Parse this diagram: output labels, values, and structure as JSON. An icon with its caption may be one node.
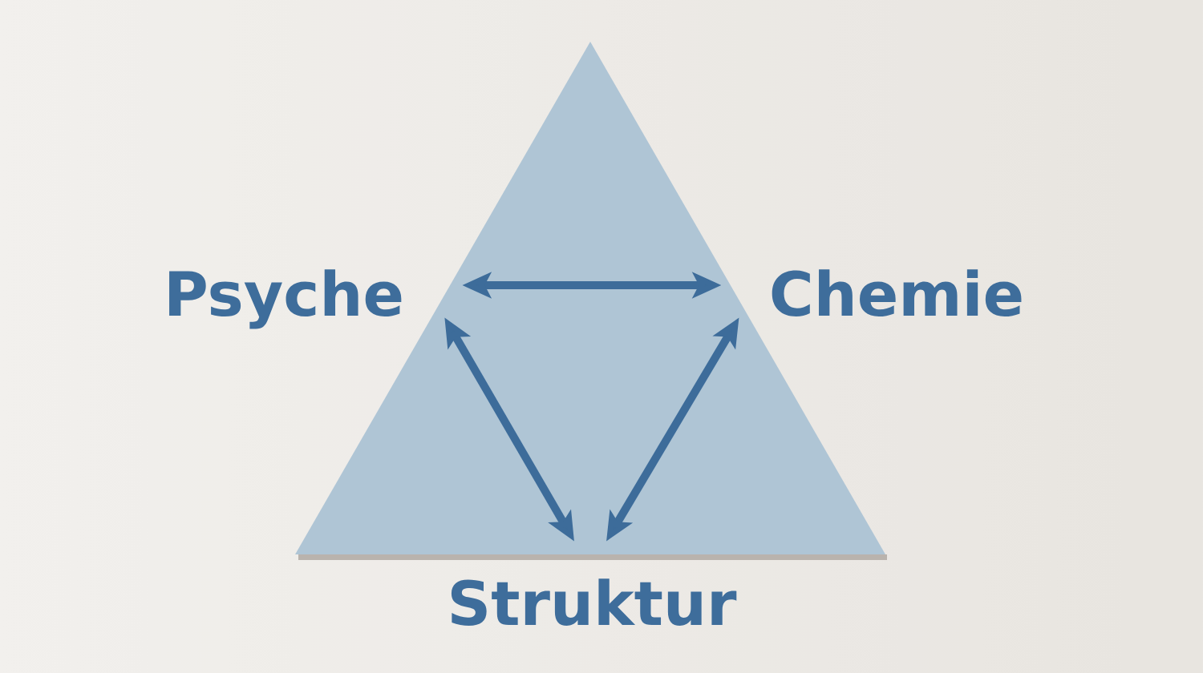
{
  "diagram": {
    "nodes": [
      {
        "text": [
          "Psyche"
        ]
      },
      {
        "text": [
          "Chemie"
        ]
      },
      {
        "text": [
          "Struktur"
        ]
      }
    ],
    "edges": [
      {
        "from": 0,
        "to": 1,
        "arrow": "both"
      },
      {
        "from": 0,
        "to": 2,
        "arrow": "both"
      },
      {
        "from": 1,
        "to": 2,
        "arrow": "both"
      }
    ]
  }
}
